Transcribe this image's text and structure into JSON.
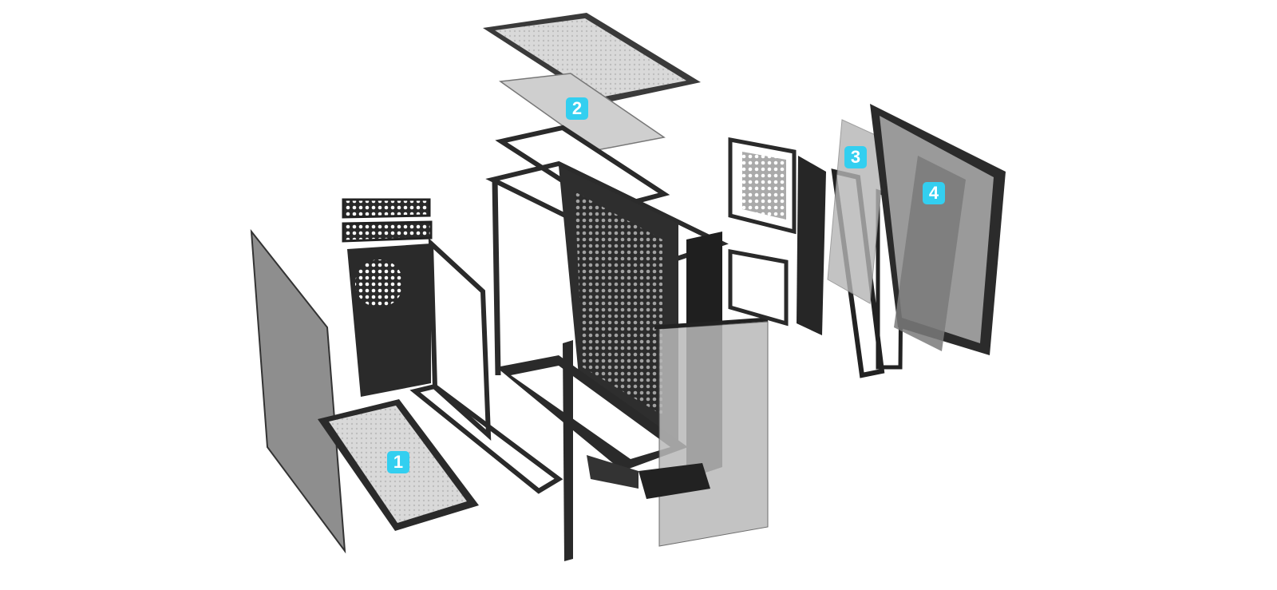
{
  "colors": {
    "badge": "#33CFF0",
    "background": "#FFFFFF"
  },
  "callouts": [
    {
      "label": "1"
    },
    {
      "label": "2"
    },
    {
      "label": "3"
    },
    {
      "label": "4"
    }
  ]
}
